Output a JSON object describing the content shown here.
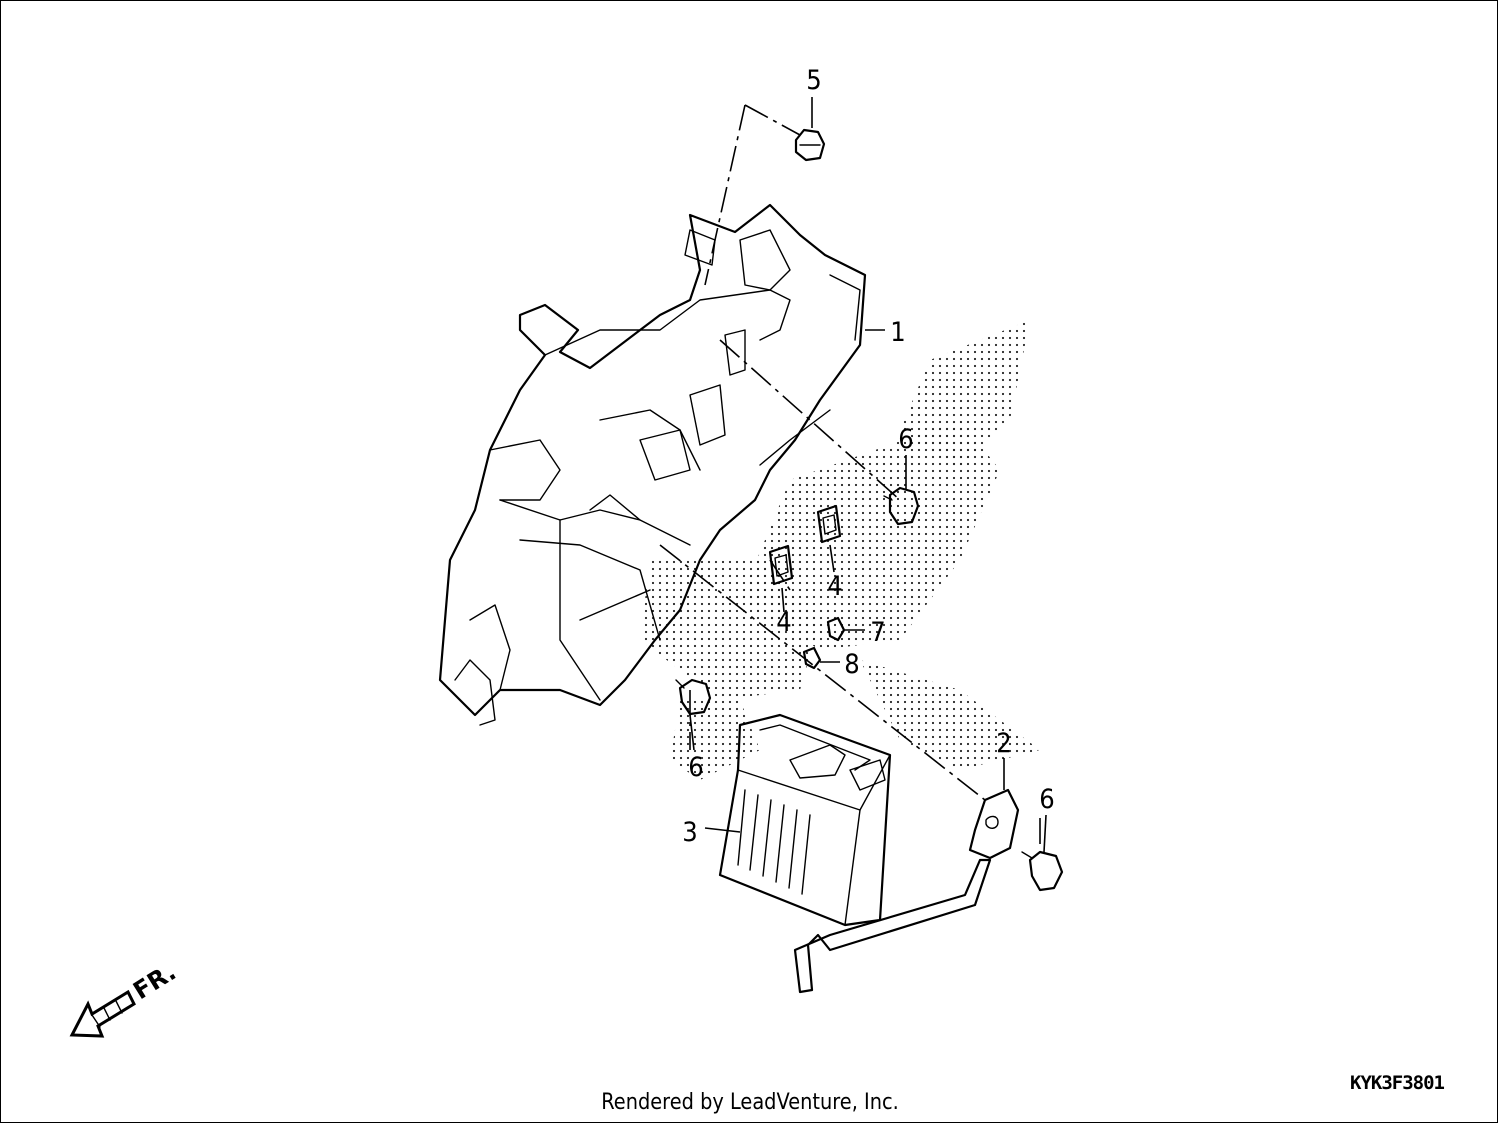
{
  "diagram": {
    "callouts": [
      {
        "id": "c1",
        "text": "1"
      },
      {
        "id": "c2",
        "text": "2"
      },
      {
        "id": "c3",
        "text": "3"
      },
      {
        "id": "c4a",
        "text": "4"
      },
      {
        "id": "c4b",
        "text": "4"
      },
      {
        "id": "c5",
        "text": "5"
      },
      {
        "id": "c6a",
        "text": "6"
      },
      {
        "id": "c6b",
        "text": "6"
      },
      {
        "id": "c6c",
        "text": "6"
      },
      {
        "id": "c7",
        "text": "7"
      },
      {
        "id": "c8",
        "text": "8"
      }
    ],
    "direction_label": "FR.",
    "diagram_code": "KYK3F3801"
  },
  "footer": {
    "credit": "Rendered by LeadVenture, Inc."
  }
}
